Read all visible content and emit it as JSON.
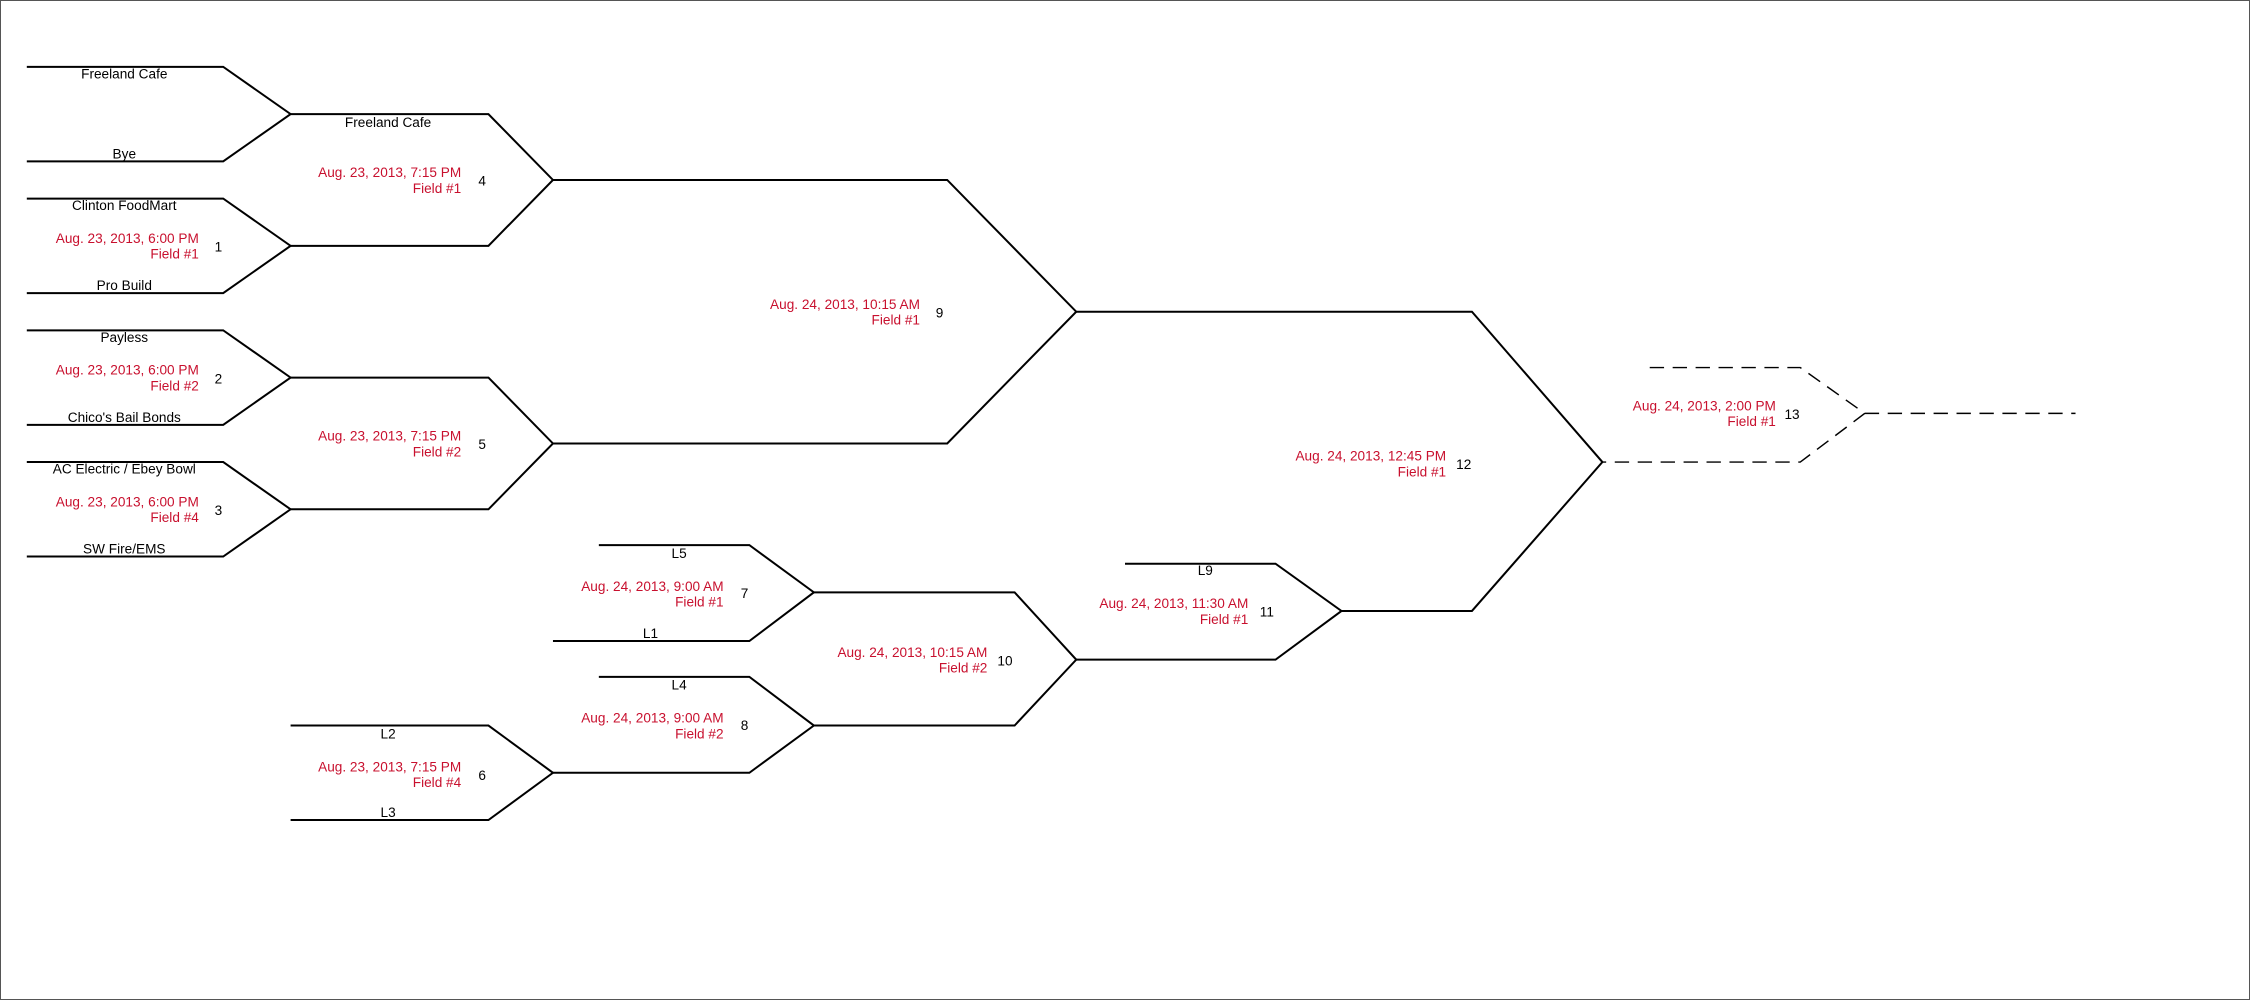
{
  "colors": {
    "info": "#c8102e",
    "line": "#000000"
  },
  "teams": {
    "freeland_cafe": "Freeland Cafe",
    "bye": "Bye",
    "clinton": "Clinton FoodMart",
    "probuild": "Pro Build",
    "payless": "Payless",
    "chicos": "Chico's Bail Bonds",
    "ac_electric": "AC Electric / Ebey Bowl",
    "swfire": "SW Fire/EMS",
    "r2_freeland": "Freeland Cafe",
    "L5": "L5",
    "L1": "L1",
    "L4": "L4",
    "L2": "L2",
    "L3": "L3",
    "L9": "L9"
  },
  "matches": {
    "m1": {
      "number": "1",
      "datetime": "Aug. 23, 2013, 6:00 PM",
      "field": "Field #1"
    },
    "m2": {
      "number": "2",
      "datetime": "Aug. 23, 2013, 6:00 PM",
      "field": "Field #2"
    },
    "m3": {
      "number": "3",
      "datetime": "Aug. 23, 2013, 6:00 PM",
      "field": "Field #4"
    },
    "m4": {
      "number": "4",
      "datetime": "Aug. 23, 2013, 7:15 PM",
      "field": "Field #1"
    },
    "m5": {
      "number": "5",
      "datetime": "Aug. 23, 2013, 7:15 PM",
      "field": "Field #2"
    },
    "m6": {
      "number": "6",
      "datetime": "Aug. 23, 2013, 7:15 PM",
      "field": "Field #4"
    },
    "m7": {
      "number": "7",
      "datetime": "Aug. 24, 2013, 9:00 AM",
      "field": "Field #1"
    },
    "m8": {
      "number": "8",
      "datetime": "Aug. 24, 2013, 9:00 AM",
      "field": "Field #2"
    },
    "m9": {
      "number": "9",
      "datetime": "Aug. 24, 2013, 10:15 AM",
      "field": "Field #1"
    },
    "m10": {
      "number": "10",
      "datetime": "Aug. 24, 2013, 10:15 AM",
      "field": "Field #2"
    },
    "m11": {
      "number": "11",
      "datetime": "Aug. 24, 2013, 11:30 AM",
      "field": "Field #1"
    },
    "m12": {
      "number": "12",
      "datetime": "Aug. 24, 2013, 12:45 PM",
      "field": "Field #1"
    },
    "m13": {
      "number": "13",
      "datetime": "Aug. 24, 2013, 2:00 PM",
      "field": "Field #1"
    }
  }
}
